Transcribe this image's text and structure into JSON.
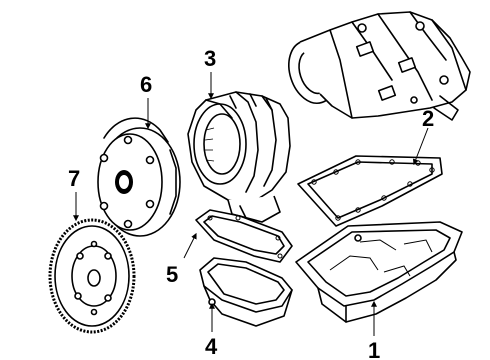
{
  "callouts": {
    "part1": "1",
    "part2": "2",
    "part3": "3",
    "part4": "4",
    "part5": "5",
    "part6": "6",
    "part7": "7"
  }
}
